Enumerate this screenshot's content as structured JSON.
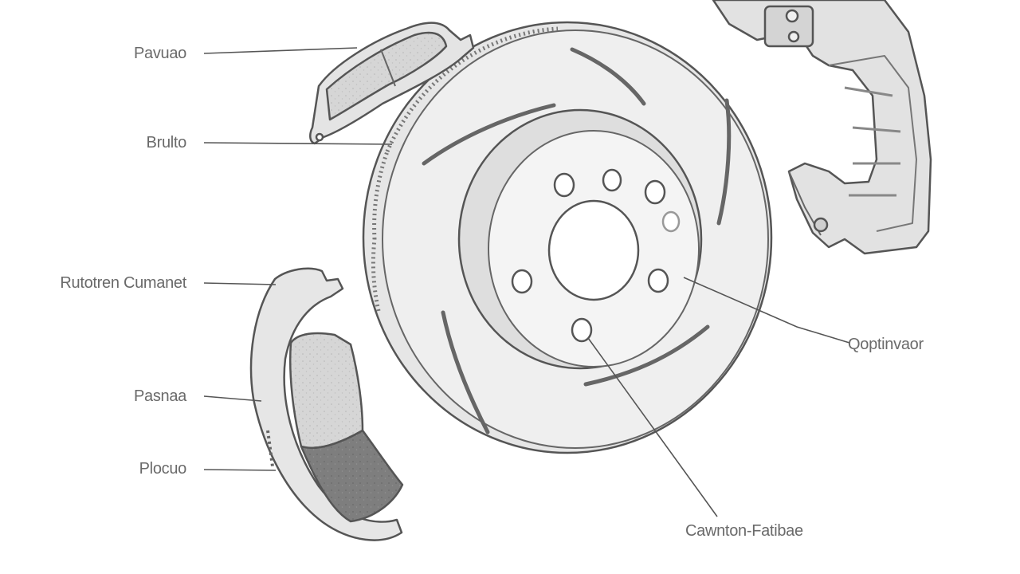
{
  "labels": {
    "top_pad": "Pavuao",
    "top_pad_plate": "Brulto",
    "left_component": "Rutotren Cumanet",
    "lower_pad": "Pasnaa",
    "lower_pad_base": "Plocuo",
    "right_callout": "Qoptinvaor",
    "bottom_callout": "Cawnton-Fatibae"
  },
  "colors": {
    "line": "#555555",
    "pad_fill": "#d9d9d9",
    "pad_dark": "#8a8a8a",
    "metal": "#ececec",
    "label": "#6a6a6a"
  }
}
